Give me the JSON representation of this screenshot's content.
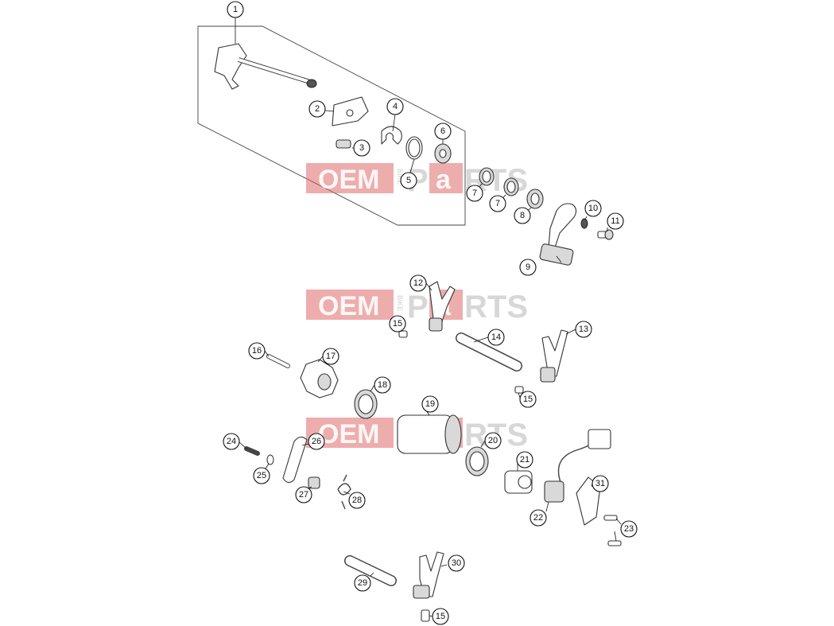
{
  "callouts": [
    "1",
    "2",
    "3",
    "4",
    "5",
    "6",
    "7",
    "7",
    "8",
    "9",
    "10",
    "11",
    "12",
    "13",
    "14",
    "15",
    "15",
    "15",
    "16",
    "17",
    "18",
    "19",
    "20",
    "21",
    "22",
    "23",
    "24",
    "25",
    "26",
    "27",
    "28",
    "29",
    "30",
    "31"
  ],
  "watermark": {
    "oem": "OEM",
    "bike": "BIKE",
    "parts_p": "P",
    "parts_a": "a",
    "parts_rts": "RTS"
  }
}
